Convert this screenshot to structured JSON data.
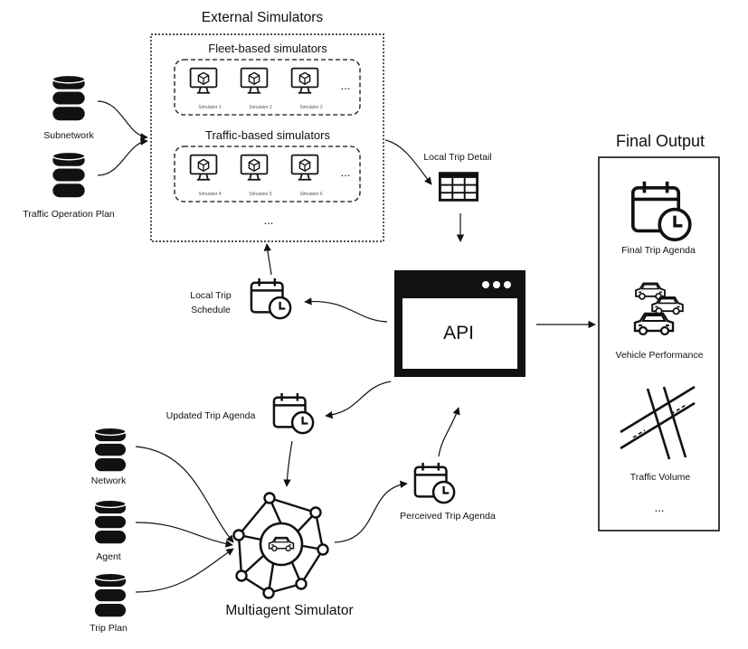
{
  "external_simulators": {
    "title": "External Simulators",
    "fleet_group": {
      "title": "Fleet-based simulators",
      "items": [
        "Simulator 1",
        "Simulator 2",
        "Simulator 3"
      ],
      "more": "..."
    },
    "traffic_group": {
      "title": "Traffic-based simulators",
      "items": [
        "Simulator 4",
        "Simulator 5",
        "Simulator 6"
      ],
      "more": "..."
    },
    "more": "..."
  },
  "inputs": {
    "subnetwork": "Subnetwork",
    "traffic_operation_plan": "Traffic Operation Plan",
    "network": "Network",
    "agent": "Agent",
    "trip_plan": "Trip Plan"
  },
  "flow": {
    "local_trip_detail": "Local Trip Detail",
    "local_trip_schedule_1": "Local Trip",
    "local_trip_schedule_2": "Schedule",
    "updated_trip_agenda": "Updated Trip Agenda",
    "perceived_trip_agenda": "Perceived Trip Agenda"
  },
  "api": {
    "label": "API"
  },
  "multiagent": {
    "label": "Multiagent Simulator"
  },
  "final_output": {
    "title": "Final Output",
    "trip_agenda": "Final Trip Agenda",
    "vehicle_performance": "Vehicle Performance",
    "traffic_volume": "Traffic Volume",
    "more": "..."
  },
  "icons": [
    "database-icon",
    "monitor-cube-icon",
    "table-grid-icon",
    "calendar-clock-icon",
    "browser-window-icon",
    "network-car-icon",
    "traffic-jam-icon",
    "road-intersection-icon"
  ]
}
